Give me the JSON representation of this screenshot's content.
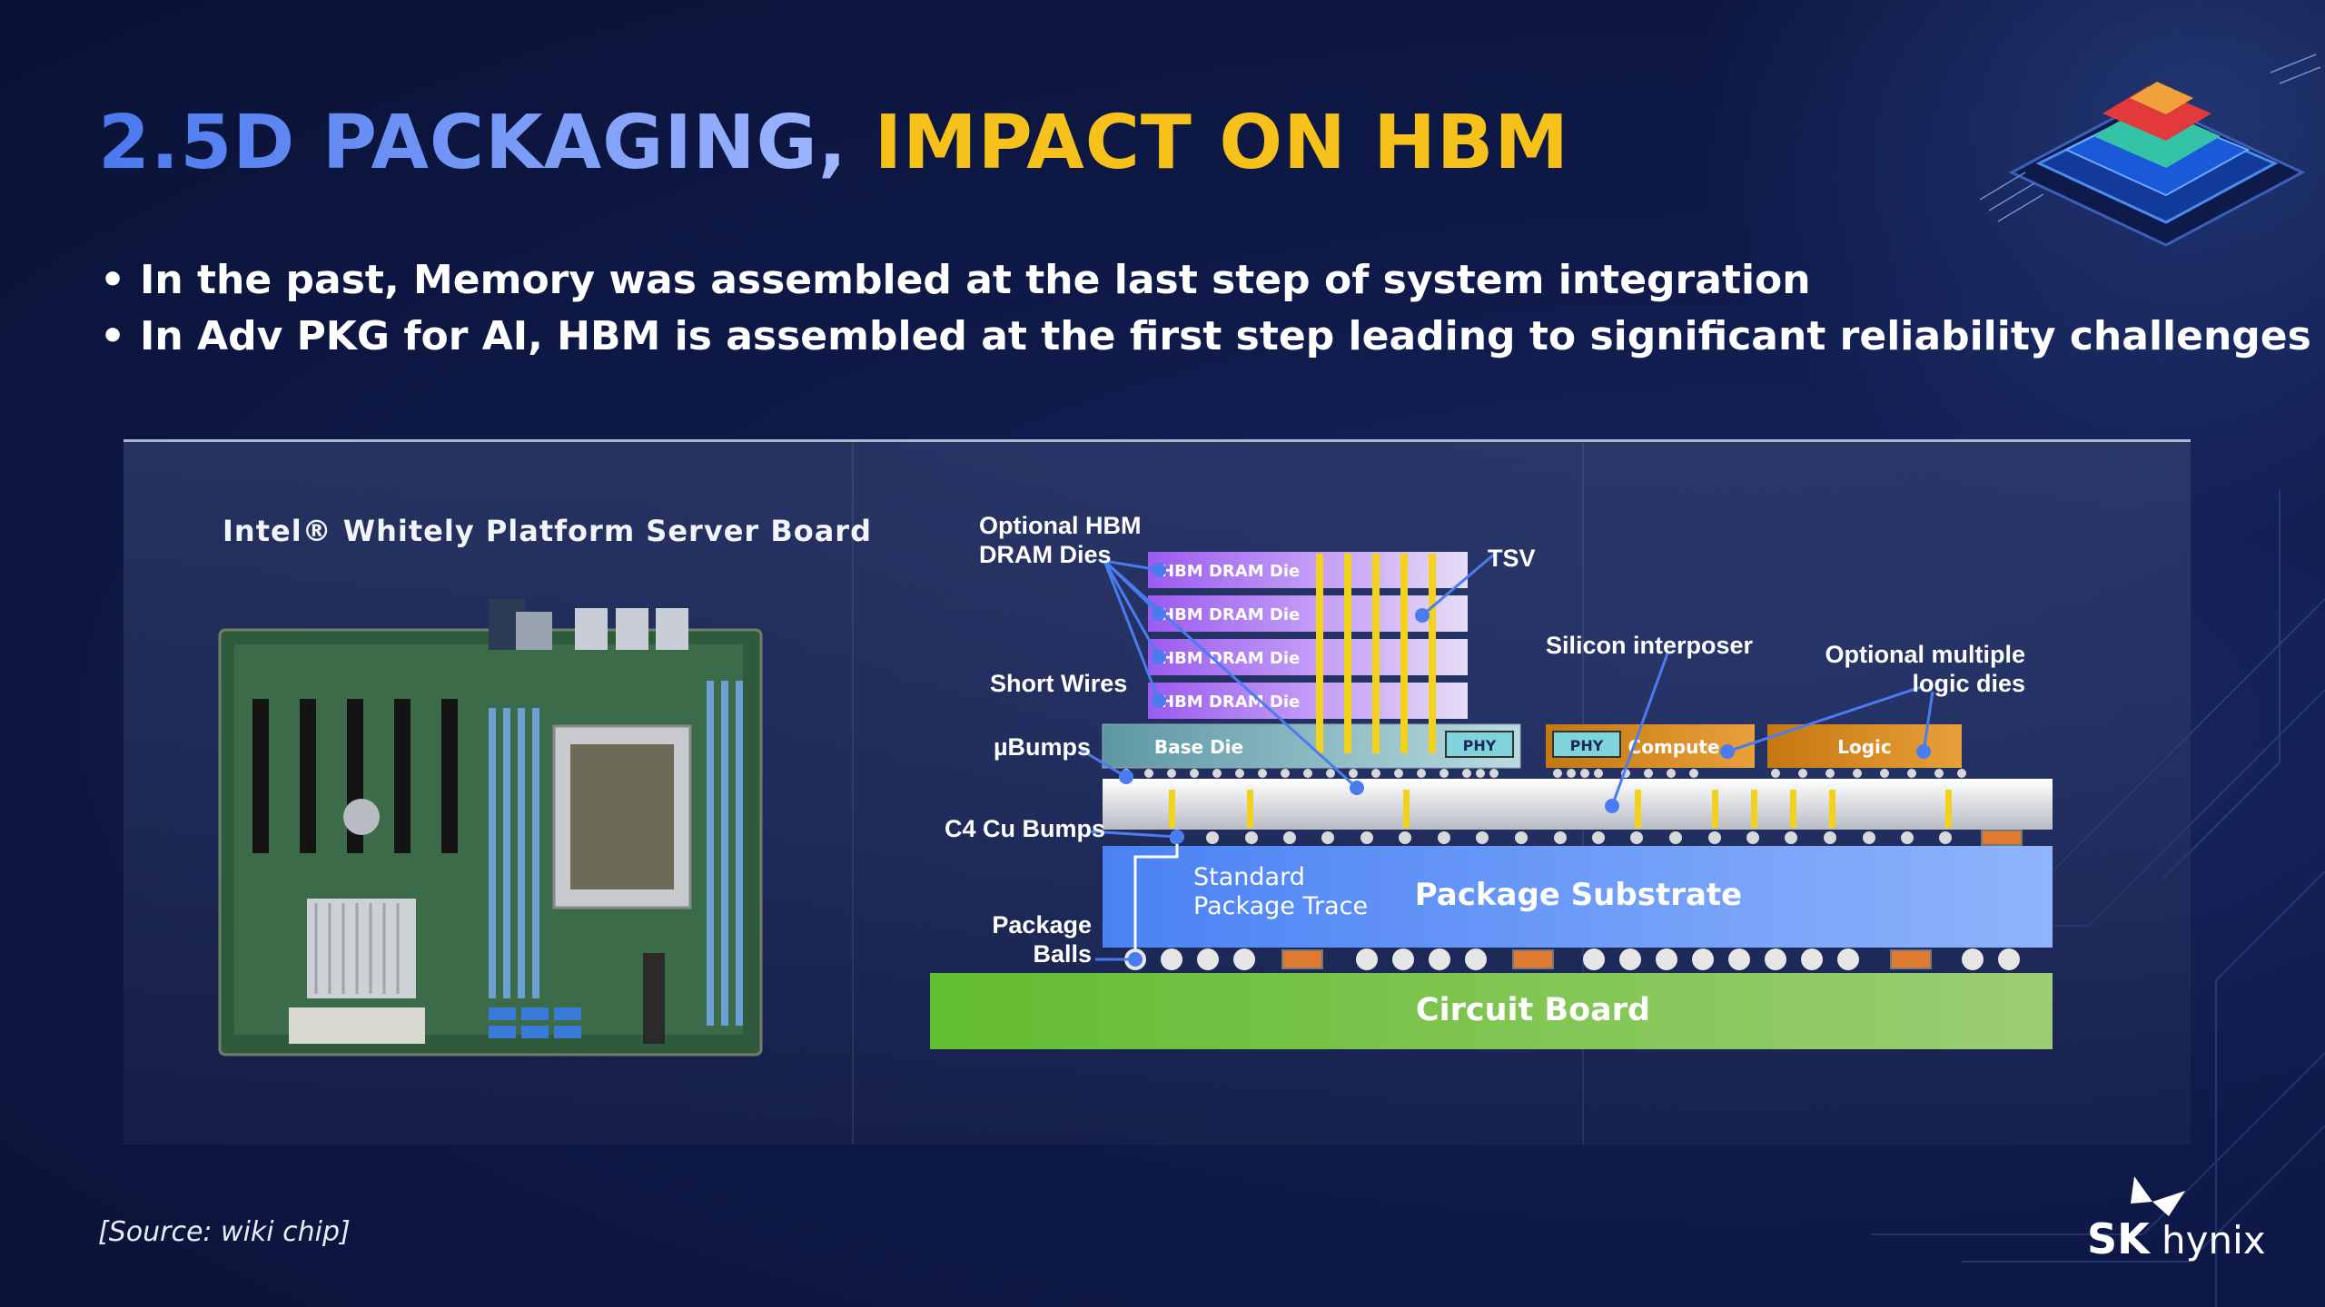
{
  "slide": {
    "title_part1": "2.5D PACKAGING,",
    "title_part2": "IMPACT ON HBM",
    "bullets": [
      "In the past, Memory was assembled at the last step of system integration",
      "In Adv PKG for AI, HBM is assembled at the first step leading to significant reliability challenges"
    ],
    "board_caption": "Intel® Whitely Platform Server Board",
    "source": "[Source: wiki chip]",
    "logo_sk": "SK",
    "logo_hynix": "hynix",
    "logo_text": "SK hynix"
  },
  "diagram": {
    "hbm_dram_dies": [
      "HBM DRAM Die",
      "HBM DRAM Die",
      "HBM DRAM Die",
      "HBM DRAM Die"
    ],
    "base_die": "Base Die",
    "phy_left": "PHY",
    "phy_right": "PHY",
    "compute": "Compute",
    "logic": "Logic",
    "package_substrate": "Package Substrate",
    "circuit_board": "Circuit Board",
    "labels": {
      "optional_hbm_1": "Optional HBM",
      "optional_hbm_2": "DRAM Dies",
      "tsv": "TSV",
      "silicon_interposer": "Silicon interposer",
      "optional_logic_1": "Optional multiple",
      "optional_logic_2": "logic dies",
      "short_wires": "Short Wires",
      "ubumps": "µBumps",
      "c4": "C4 Cu Bumps",
      "std_trace_1": "Standard",
      "std_trace_2": "Package Trace",
      "package_balls_1": "Package",
      "package_balls_2": "Balls"
    }
  },
  "colors": {
    "title_blue": "#5b86f2",
    "title_yellow": "#f6c11a",
    "hbm_die": "#a86cf0",
    "base_die": "#5f9aa6",
    "compute_logic": "#d98a1f",
    "substrate": "#5b8ef5",
    "circuit_board": "#78c64a",
    "callout": "#4a7cf0"
  }
}
